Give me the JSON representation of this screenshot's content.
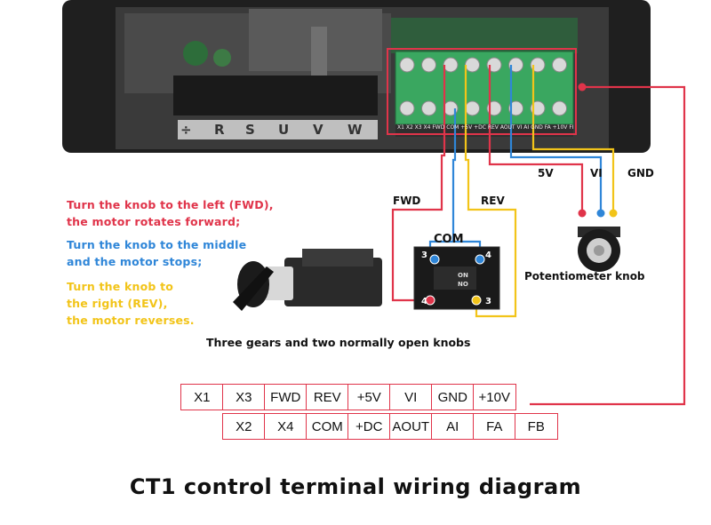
{
  "colors": {
    "red": "#e0344a",
    "blue": "#2f86d8",
    "yellow": "#f2c419",
    "terminal_green": "#3aa760",
    "housing": "#2b2b2b"
  },
  "terminal_block": {
    "top_legend_lower": "X1 X2 X3 X4 FWD COM +5V +DC REV AOUT VI AI GND FA +10V FB"
  },
  "power_block": {
    "labels": [
      "÷",
      "R",
      "S",
      "U",
      "V",
      "W"
    ]
  },
  "notes": {
    "fwd": [
      "Turn the knob to the left (FWD),",
      "the motor rotates forward;"
    ],
    "stop": [
      "Turn the knob to the middle",
      "and the motor stops;"
    ],
    "rev": [
      "Turn the knob to",
      "the right (REV),",
      "the motor reverses."
    ]
  },
  "wire_labels": {
    "fwd": "FWD",
    "rev": "REV",
    "com": "COM",
    "v5": "5V",
    "vi": "VI",
    "gnd": "GND"
  },
  "switch_contacts": [
    "3",
    "4",
    "4",
    "3"
  ],
  "switch_marks": {
    "on": "ON",
    "no": "NO"
  },
  "potentiometer_label": "Potentiometer knob",
  "switch_caption": "Three gears and two normally open knobs",
  "terminal_table": {
    "top_row": [
      "X1",
      "X3",
      "FWD",
      "REV",
      "+5V",
      "VI",
      "GND",
      "+10V"
    ],
    "bottom_row": [
      "X2",
      "X4",
      "COM",
      "+DC",
      "AOUT",
      "AI",
      "FA",
      "FB"
    ]
  },
  "title": "CT1 control terminal wiring diagram"
}
